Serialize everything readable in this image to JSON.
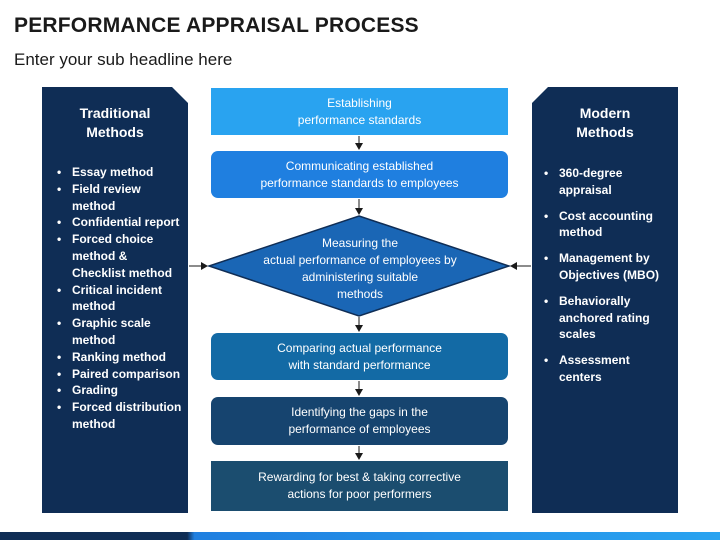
{
  "title": "PERFORMANCE APPRAISAL PROCESS",
  "subtitle": "Enter your sub headline here",
  "traditional": {
    "heading_line1": "Traditional",
    "heading_line2": "Methods",
    "items": [
      "Essay method",
      "Field review method",
      "Confidential report",
      "Forced choice method & Checklist method",
      "Critical incident method",
      "Graphic scale method",
      "Ranking method",
      "Paired comparison",
      "Grading",
      "Forced distribution method"
    ]
  },
  "modern": {
    "heading_line1": "Modern",
    "heading_line2": "Methods",
    "items": [
      "360-degree appraisal",
      "Cost accounting method",
      "Management by Objectives (MBO)",
      "Behaviorally anchored rating scales",
      "Assessment centers"
    ]
  },
  "steps": {
    "step1": [
      "Establishing",
      "performance standards"
    ],
    "step2": [
      "Communicating established",
      "performance standards to employees"
    ],
    "step3": [
      "Measuring the",
      "actual performance of employees by",
      "administering suitable",
      "methods"
    ],
    "step4": [
      "Comparing actual performance",
      "with standard performance"
    ],
    "step5": [
      "Identifying the gaps in the",
      "performance of employees"
    ],
    "step6": [
      "Rewarding for best & taking corrective",
      "actions for poor performers"
    ]
  },
  "colors": {
    "panel": "#0f2d55",
    "step1": "#29a3f0",
    "step2": "#1f7fe0",
    "diamond": "#1a66b5",
    "step4": "#136aa5",
    "step5": "#16446f",
    "step6": "#1b4d6f"
  }
}
